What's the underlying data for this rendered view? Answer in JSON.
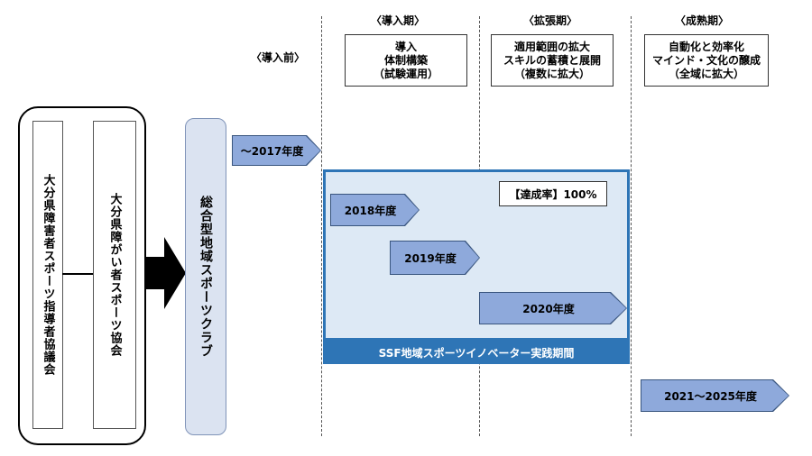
{
  "phases": {
    "pre": {
      "label": "〈導入前〉"
    },
    "intro": {
      "label": "〈導入期〉",
      "lines": [
        "導入",
        "体制構築",
        "（試験運用）"
      ]
    },
    "expand": {
      "label": "〈拡張期〉",
      "lines": [
        "適用範囲の拡大",
        "スキルの蓄積と展開",
        "（複数に拡大）"
      ]
    },
    "mature": {
      "label": "〈成熟期〉",
      "lines": [
        "自動化と効率化",
        "マインド・文化の醸成",
        "（全域に拡大）"
      ]
    }
  },
  "organizations": {
    "left": "大分県障害者スポーツ指導者協議会",
    "right": "大分県障がい者スポーツ協会",
    "club": "総合型地域スポーツクラブ"
  },
  "timeline": {
    "pre_period": "～2017年度",
    "y2018": "2018年度",
    "y2019": "2019年度",
    "y2020": "2020年度",
    "future": "2021～2025年度"
  },
  "period_label": "SSF地域スポーツイノベーター実践期間",
  "achievement_label": "【達成率】100%",
  "colors": {
    "arrow_fill": "#8ea9db",
    "period_border": "#2e75b6",
    "period_fill": "#dde9f5",
    "club_fill": "#dbe3f1"
  },
  "icons": {
    "big_arrow": "block-arrow-right-icon"
  }
}
